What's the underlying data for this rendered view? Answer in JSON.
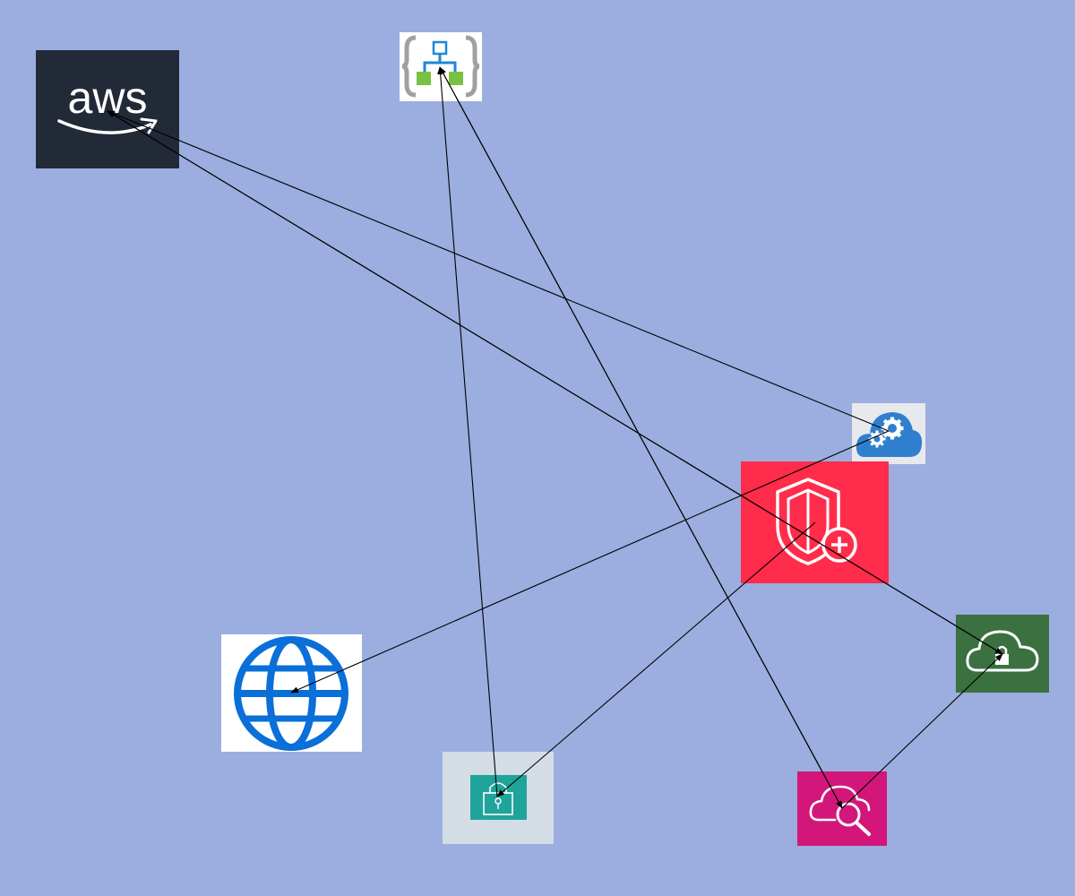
{
  "canvas": {
    "background": "#9baedf"
  },
  "nodes": [
    {
      "id": "aws",
      "icon": "aws-logo-icon",
      "label": "aws",
      "bg": "#222a38",
      "fg": "#ffffff"
    },
    {
      "id": "logic",
      "icon": "logic-app-icon",
      "bg": "#ffffff",
      "fg": "#1f87d6",
      "accent": "#7ac143",
      "bracket": "#a0a0a0"
    },
    {
      "id": "cloudcfg",
      "icon": "cloud-gear-icon",
      "bg": "#e7e9ec",
      "fg": "#2f7fcf",
      "accent": "#ffffff"
    },
    {
      "id": "shield",
      "icon": "shield-plus-icon",
      "bg": "#ff2c4b",
      "fg": "#ffffff"
    },
    {
      "id": "cloudlock",
      "icon": "cloud-lock-icon",
      "bg": "#3b7040",
      "fg": "#ffffff"
    },
    {
      "id": "globe",
      "icon": "globe-icon",
      "bg": "#ffffff",
      "fg": "#0a6fd8"
    },
    {
      "id": "keyvault",
      "icon": "padlock-icon",
      "bg": "#d4dde5",
      "fg": "#1fa49b",
      "accent": "#ffffff"
    },
    {
      "id": "search",
      "icon": "cloud-search-icon",
      "bg": "#d3177a",
      "fg": "#ffffff"
    }
  ],
  "edges": [
    {
      "from": "cloudcfg",
      "to": "aws"
    },
    {
      "from": "cloudlock",
      "to": "aws"
    },
    {
      "from": "keyvault",
      "to": "logic"
    },
    {
      "from": "search",
      "to": "logic"
    },
    {
      "from": "cloudcfg",
      "to": "globe"
    },
    {
      "from": "shield",
      "to": "keyvault"
    },
    {
      "from": "logic",
      "to": "search"
    },
    {
      "from": "aws",
      "to": "cloudlock"
    },
    {
      "from": "search",
      "to": "cloudlock"
    }
  ]
}
